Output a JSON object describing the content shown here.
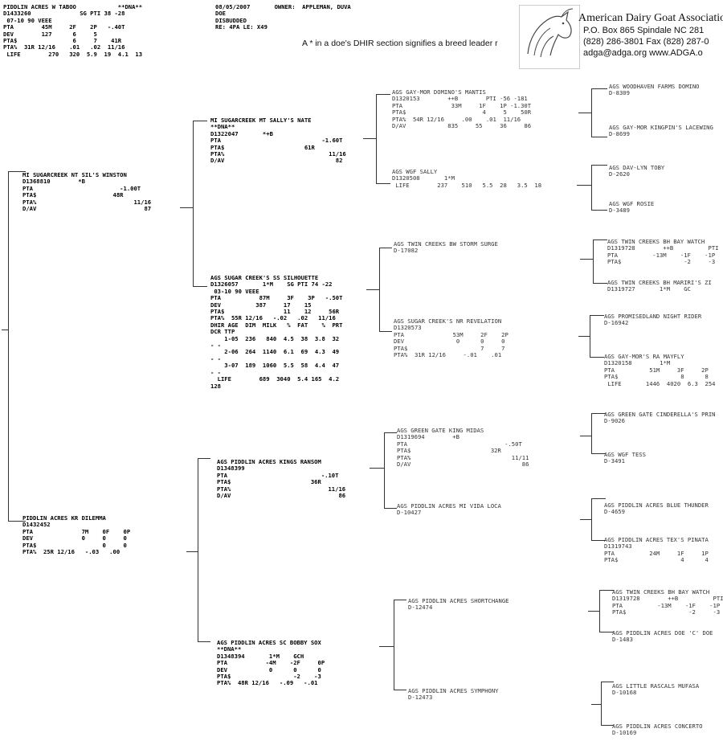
{
  "header": {
    "subject_block": "PIDDLIN ACRES W TABOO            **DNA**\nD1433260              SG PTI 38 -28\n 07-10 90 VEEE\nPTA        45M     2F    2P   -.40T\nDEV        127      6     5\nPTA$                6     7    41R\nPTA%  31R 12/16    .01   .02  11/16\n LIFE        270   320  5.9  19  4.1  13",
    "owner_block": "08/05/2007       OWNER:  APPLEMAN, DUVA\nDOE\nDISBUDDED\nRE: 4PA LE: X49",
    "note": "A * in a doe's  DHIR section  signifies a breed leader r"
  },
  "association": {
    "name": "American Dairy Goat Association",
    "line1": "P.O. Box 865    Spindale NC 281",
    "line2": "(828) 286-3801   Fax (828) 287-0",
    "line3": "adga@adga.org   www.ADGA.o"
  },
  "gen1": {
    "sire": "MI SUGARCREEK NT SIL'S WINSTON\nD1368810        *B\nPTA                         -1.00T\nPTA$                      48R\nPTA%                            11/16\nD/AV                               87",
    "dam": "PIDDLIN ACRES KR DILEMMA\nD1432452\nPTA              7M    0F    0P\nDEV              0     0     0\nPTA$                   0     0\nPTA%  25R 12/16   -.03   .00"
  },
  "gen2": {
    "ss": "MI SUGARCREEK MT SALLY'S NATE\n**DNA**\nD1322047       *+B\nPTA                             -1.60T\nPTA$                       61R\nPTA%                              11/16\nD/AV                                82",
    "sd": "AGS SUGAR CREEK'S SS SILHOUETTE\nD1326057       1*M    SG PTI 74 -22\n 03-10 90 VEEE\nPTA           87M     3F    3P   -.50T\nDEV          387     17    15\nPTA$                 11    12     56R\nPTA%  55R 12/16   -.02   .02   11/16\nDHIR AGE  DIM  MILK   %  FAT    %  PRT\nDCR TTP\n    1-05  236   840  4.5  38  3.8  32\n- -\n    2-06  264  1140  6.1  69  4.3  49\n- -\n    3-07  189  1060  5.5  58  4.4  47\n- -\n  LIFE        689  3040  5.4 165  4.2\n128",
    "ds": "AGS PIDDLIN ACRES KINGS RANSOM\nD1348399\nPTA                           -.10T\nPTA$                       36R\nPTA%                            11/16\nD/AV                               86",
    "dd": "AGS PIDDLIN ACRES SC BOBBY SOX\n**DNA**\nD1348394       1*M    GCH\nPTA           -4M    -2F     0P\nDEV            0      0      0\nPTA$                  -2    -3\nPTA%  48R 12/16   -.09   -.01"
  },
  "gen3": {
    "sss": "AGS GAY-MOR DOMINO'S MANTIS\nD1320153        ++B        PTI -56 -181\nPTA              33M     1F    1P -1.30T\nPTA$                      4     5    50R\nPTA%  54R 12/16     .00    .01  11/16\nD/AV            835     55     36     86",
    "ssd": "AGS WGF SALLY\nD1320508       1*M\n LIFE        237    510   5.5  28   3.5  18",
    "sds": "AGS TWIN CREEKS BW STORM SURGE\nD-17082",
    "sdd": "AGS SUGAR CREEK'S NR REVELATION\nD1320573\nPTA              53M     2F    2P\nDEV               0      0     0\nPTA$                     7     7\nPTA%  31R 12/16     -.01    .01",
    "dss": "AGS GREEN GATE KING MIDAS\nD1319694        +B\nPTA                            -.50T\nPTA$                       32R\nPTA%                             11/11\nD/AV                                86",
    "dsd": "AGS PIDDLIN ACRES MI VIDA LOCA\nD-10427",
    "dds": "AGS PIDDLIN ACRES SHORTCHANGE\nD-12474",
    "ddd": "AGS PIDDLIN ACRES SYMPHONY\nD-12473"
  },
  "gen4": {
    "a1": "AGS WOODHAVEN FARMS DOMINO\nD-8309",
    "a2": "AGS GAY-MOR KINGPIN'S LACEWING\nD-8699",
    "b1": "AGS DAV-LYN TOBY\nD-2620",
    "b2": "AGS WGF ROSIE\nD-3489",
    "c1": "AGS TWIN CREEKS BH BAY WATCH\nD1319728        ++B          PTI -\nPTA          -13M    -1F    -1P  -\nPTA$                  -2     -3",
    "c2": "AGS TWIN CREEKS BH MARIRI'S ZI\nD1319727       1*M    GC",
    "d1": "AGS PROMISEDLAND NIGHT RIDER\nD-16942",
    "d2": "AGS GAY-MOR'S RA MAYFLY\nD1320158        1*M\nPTA          51M     3F     2P\nPTA$                  8      8\n LIFE       1446  4020  6.3  254",
    "e1": "AGS GREEN GATE CINDERELLA'S PRIN\nD-9026",
    "e2": "AGS WGF TESS\nD-3491",
    "f1": "AGS PIDDLIN ACRES BLUE THUNDER\nD-4659",
    "f2": "AGS PIDDLIN ACRES TEX'S PINATA\nD1319743\nPTA          24M     1F     1P\nPTA$                  4      4",
    "g1": "AGS TWIN CREEKS BH BAY WATCH\nD1319728        ++B          PTI\nPTA          -13M    -1F    -1P\nPTA$                  -2     -3",
    "g2": "AGS PIDDLIN ACRES DOE 'C' DOE\nD-1483",
    "h1": "AGS LITTLE RASCALS MUFASA\nD-10168",
    "h2": "AGS PIDDLIN ACRES CONCERTO\nD-10169"
  }
}
